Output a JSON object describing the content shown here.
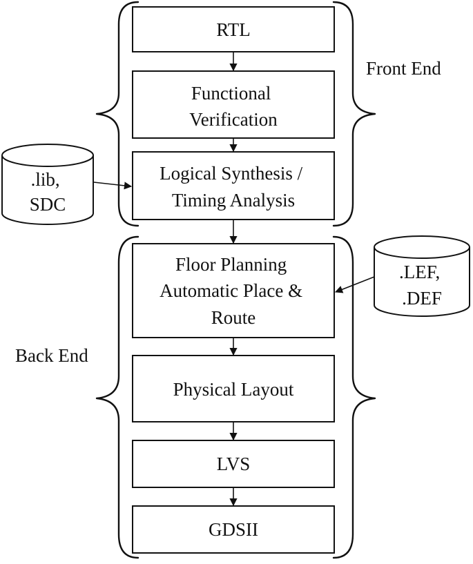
{
  "stages": {
    "rtl": "RTL",
    "functional_verification": [
      "Functional",
      "Verification"
    ],
    "logical_synthesis": [
      "Logical Synthesis /",
      "Timing Analysis"
    ],
    "floor_planning": [
      "Floor Planning",
      "Automatic Place &",
      "Route"
    ],
    "physical_layout": "Physical Layout",
    "lvs": "LVS",
    "gdsii": "GDSII"
  },
  "inputs": {
    "lib_sdc": [
      ".lib,",
      "SDC"
    ],
    "lef_def": [
      ".LEF,",
      ".DEF"
    ]
  },
  "groups": {
    "front_end": "Front End",
    "back_end": "Back End"
  }
}
